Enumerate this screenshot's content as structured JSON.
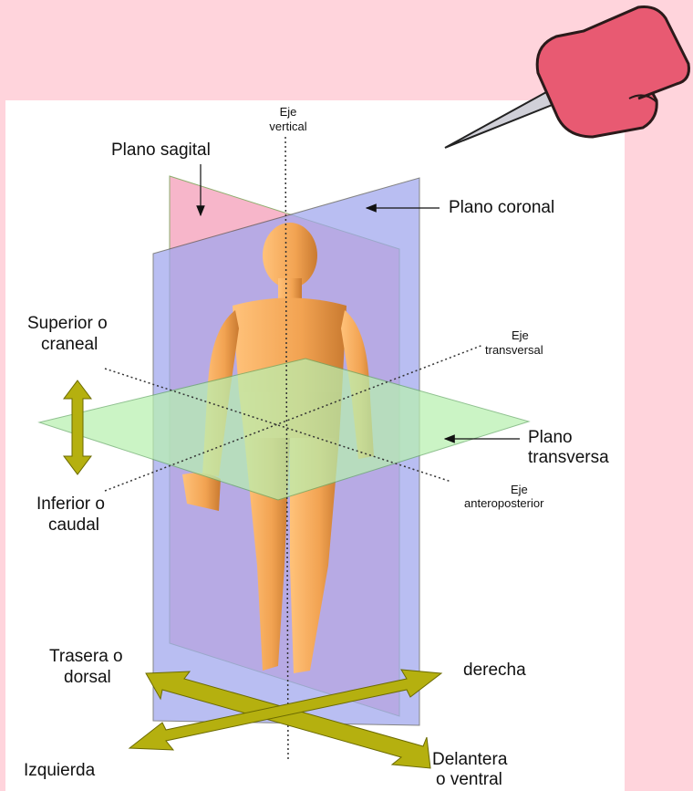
{
  "colors": {
    "background": "#ffd4dc",
    "card": "#ffffff",
    "sagittal_plane": "#f7b3c8",
    "coronal_plane": "#aeb3f2",
    "transverse_plane": "#b8f0b0",
    "arrows": "#b5b00f",
    "body": "#f2a85a",
    "pin": "#e85a72"
  },
  "icons": {
    "pin": "pushpin-icon"
  },
  "labels": {
    "eje_vertical_1": "Eje",
    "eje_vertical_2": "vertical",
    "plano_sagital": "Plano sagital",
    "plano_coronal": "Plano coronal",
    "superior_1": "Superior o",
    "superior_2": "craneal",
    "eje_transversal_1": "Eje",
    "eje_transversal_2": "transversal",
    "plano_transversal_1": "Plano",
    "plano_transversal_2": "transversa",
    "eje_anteroposterior_1": "Eje",
    "eje_anteroposterior_2": "anteroposterior",
    "inferior_1": "Inferior o",
    "inferior_2": "caudal",
    "trasera_1": "Trasera o",
    "trasera_2": "dorsal",
    "derecha": "derecha",
    "izquierda": "Izquierda",
    "delantera_1": "Delantera",
    "delantera_2": "o ventral"
  }
}
